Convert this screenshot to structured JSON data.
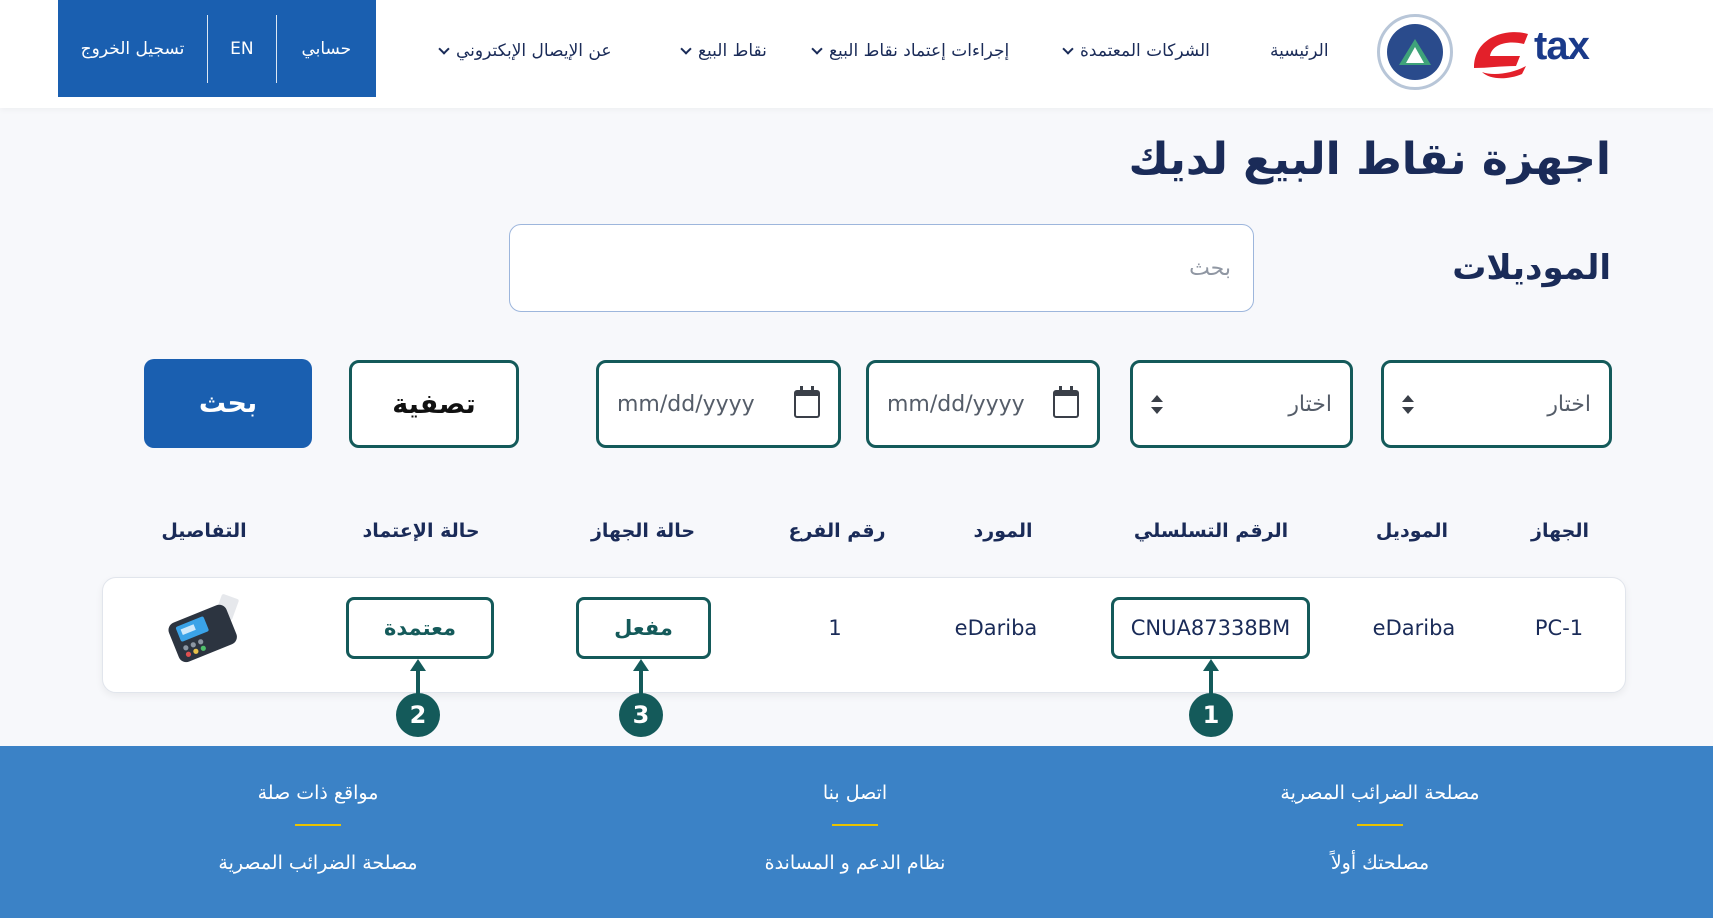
{
  "header": {
    "account": {
      "logout": "تسجيل الخروج",
      "lang": "EN",
      "my_account": "حسابي"
    },
    "nav": [
      {
        "label": "عن الإيصال الإبكتروني"
      },
      {
        "label": "نقاط البيع"
      },
      {
        "label": "إجراءات إعتماد نقاط البيع"
      },
      {
        "label": "الشركات المعتمدة"
      },
      {
        "label": "الرئيسية"
      }
    ],
    "logo_text": "tax",
    "colors": {
      "brand_blue": "#1a5fb0",
      "logo_red": "#e3202a",
      "teal": "#145a5a"
    }
  },
  "page": {
    "title": "اجهزة نقاط البيع لديك",
    "models_label": "الموديلات",
    "search_placeholder": "بحث"
  },
  "filters": {
    "select_1": "اختار",
    "select_2": "اختار",
    "date_1": "mm/dd/yyyy",
    "date_2": "mm/dd/yyyy",
    "filter_button": "تصفية",
    "search_button": "بحث"
  },
  "table": {
    "headers": {
      "device": "الجهاز",
      "model": "الموديل",
      "serial": "الرقم التسلسلي",
      "supplier": "المورد",
      "branch": "رقم الفرع",
      "device_status": "حالة الجهاز",
      "approval_status": "حالة الإعتماد",
      "details": "التفاصيل"
    },
    "rows": [
      {
        "device": "PC-1",
        "model": "eDariba",
        "serial": "CNUA87338BM",
        "supplier": "eDariba",
        "branch": "1",
        "device_status": "مفعل",
        "approval_status": "معتمدة",
        "details_icon": "pos-terminal-icon"
      }
    ]
  },
  "callouts": {
    "serial": "1",
    "approval": "2",
    "device_status": "3"
  },
  "footer": {
    "cols": [
      {
        "heading": "مواقع ذات صلة",
        "link": "مصلحة الضرائب المصرية"
      },
      {
        "heading": "اتصل بنا",
        "link": "نظام الدعم و المساندة"
      },
      {
        "heading": "مصلحة الضرائب المصرية",
        "link": "مصلحتك أولاً"
      }
    ]
  }
}
